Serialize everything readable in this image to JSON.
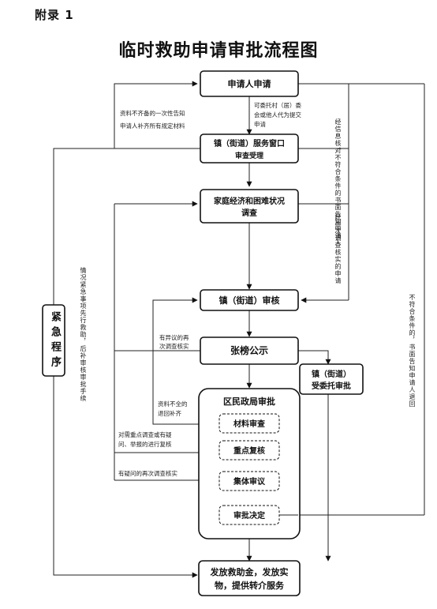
{
  "appendix": "附录 1",
  "title": "临时救助申请审批流程图",
  "nodes": {
    "apply": "申请人申请",
    "window": [
      "镇（街道）服务窗口",
      "审查受理"
    ],
    "survey": [
      "家庭经济和困难状况",
      "调查"
    ],
    "review": "镇（街道）审核",
    "publicity": "张榜公示",
    "entrusted": [
      "镇（街道）",
      "受委托审批"
    ],
    "bureau": "区民政局审批",
    "material": "材料审查",
    "key_check": "重点复核",
    "collective": "集体审议",
    "decision": "审批决定",
    "final": [
      "发放救助金，发放实",
      "物，提供转介服务"
    ],
    "emergency": "紧急程序"
  },
  "notes": {
    "incomplete": [
      "资料不齐备的一次性告知",
      "申请人补齐所有规定材料"
    ],
    "entrust": [
      "可委托村（居）委",
      "会或他人代为提交",
      "申请"
    ],
    "objection": [
      "有异议的再",
      "次调查核实"
    ],
    "material_incomplete": [
      "资料不全的",
      "退回补齐"
    ],
    "key_survey": [
      "对需重点调查或有疑",
      "问、举报的进行复核"
    ],
    "doubt": "有疑问的再次调查核实",
    "verify_fail": "经信息核对不符合条件的书面告知申请人",
    "survey_fail": "经再次调查核实的申请",
    "emergency_note": "情况紧急事项先行救助，后补审核审批手续",
    "not_qualified": "不符合条件的，书面告知申请人退回"
  }
}
